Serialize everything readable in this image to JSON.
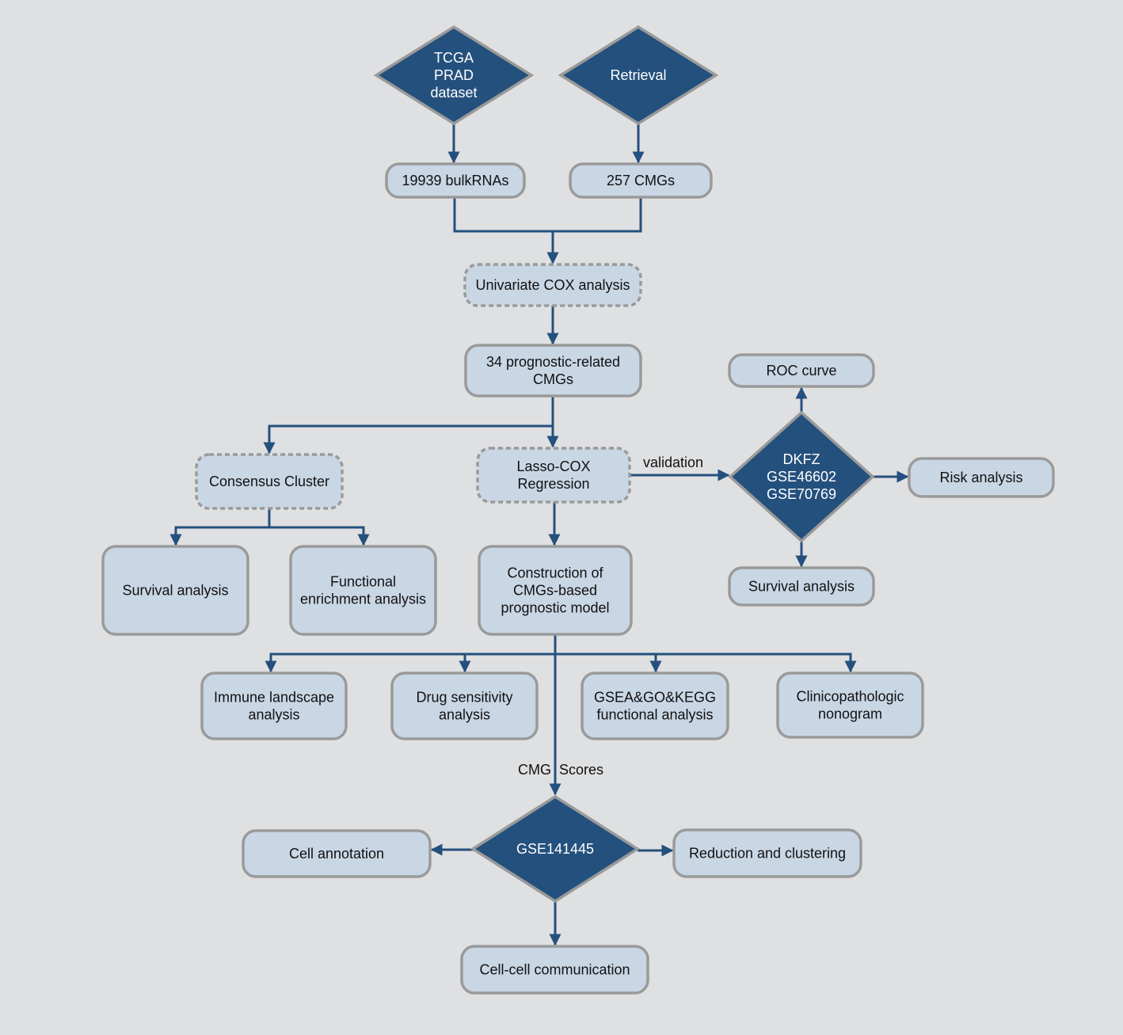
{
  "nodes": {
    "tcga": {
      "kind": "diamond",
      "lines": [
        "TCGA",
        "PRAD",
        "dataset"
      ]
    },
    "retrieval": {
      "kind": "diamond",
      "lines": [
        "Retrieval"
      ]
    },
    "bulk": {
      "kind": "box",
      "lines": [
        "19939 bulkRNAs"
      ]
    },
    "cmgs": {
      "kind": "box",
      "lines": [
        "257 CMGs"
      ]
    },
    "univariate": {
      "kind": "box",
      "dashed": true,
      "lines": [
        "Univariate COX analysis"
      ]
    },
    "prognostic": {
      "kind": "box",
      "lines": [
        "34 prognostic-related",
        "CMGs"
      ]
    },
    "consensus": {
      "kind": "box",
      "dashed": true,
      "lines": [
        "Consensus Cluster"
      ]
    },
    "lasso": {
      "kind": "box",
      "dashed": true,
      "lines": [
        "Lasso-COX",
        "Regression"
      ]
    },
    "survival1": {
      "kind": "box",
      "lines": [
        "Survival analysis"
      ]
    },
    "functional": {
      "kind": "box",
      "lines": [
        "Functional",
        "enrichment analysis"
      ]
    },
    "construction": {
      "kind": "box",
      "lines": [
        "Construction of",
        "CMGs-based",
        "prognostic model"
      ]
    },
    "dkfz": {
      "kind": "diamond",
      "lines": [
        "DKFZ",
        "GSE46602",
        "GSE70769"
      ]
    },
    "roc": {
      "kind": "box",
      "lines": [
        "ROC curve"
      ]
    },
    "risk": {
      "kind": "box",
      "lines": [
        "Risk analysis"
      ]
    },
    "survival2": {
      "kind": "box",
      "lines": [
        "Survival analysis"
      ]
    },
    "immune": {
      "kind": "box",
      "lines": [
        "Immune landscape",
        "analysis"
      ]
    },
    "drug": {
      "kind": "box",
      "lines": [
        "Drug sensitivity",
        "analysis"
      ]
    },
    "gsea": {
      "kind": "box",
      "lines": [
        "GSEA&GO&KEGG",
        "functional analysis"
      ]
    },
    "clinico": {
      "kind": "box",
      "lines": [
        "Clinicopathologic",
        "nonogram"
      ]
    },
    "gse141445": {
      "kind": "diamond",
      "lines": [
        "GSE141445"
      ]
    },
    "cellann": {
      "kind": "box",
      "lines": [
        "Cell annotation"
      ]
    },
    "reduction": {
      "kind": "box",
      "lines": [
        "Reduction and clustering"
      ]
    },
    "cellcell": {
      "kind": "box",
      "lines": [
        "Cell-cell communication"
      ]
    }
  },
  "edges": [
    {
      "from": "tcga",
      "to": "bulk"
    },
    {
      "from": "retrieval",
      "to": "cmgs"
    },
    {
      "from": "bulk",
      "to": "univariate"
    },
    {
      "from": "cmgs",
      "to": "univariate"
    },
    {
      "from": "univariate",
      "to": "prognostic"
    },
    {
      "from": "prognostic",
      "to": "consensus"
    },
    {
      "from": "prognostic",
      "to": "lasso"
    },
    {
      "from": "consensus",
      "to": "survival1"
    },
    {
      "from": "consensus",
      "to": "functional"
    },
    {
      "from": "lasso",
      "to": "construction"
    },
    {
      "from": "lasso",
      "to": "dkfz",
      "label": "validation"
    },
    {
      "from": "dkfz",
      "to": "roc"
    },
    {
      "from": "dkfz",
      "to": "risk"
    },
    {
      "from": "dkfz",
      "to": "survival2"
    },
    {
      "from": "construction",
      "to": "immune"
    },
    {
      "from": "construction",
      "to": "drug"
    },
    {
      "from": "construction",
      "to": "gsea"
    },
    {
      "from": "construction",
      "to": "clinico"
    },
    {
      "from": "construction",
      "to": "gse141445",
      "label": "CMG  Scores"
    },
    {
      "from": "gse141445",
      "to": "cellann"
    },
    {
      "from": "gse141445",
      "to": "reduction"
    },
    {
      "from": "gse141445",
      "to": "cellcell"
    }
  ]
}
